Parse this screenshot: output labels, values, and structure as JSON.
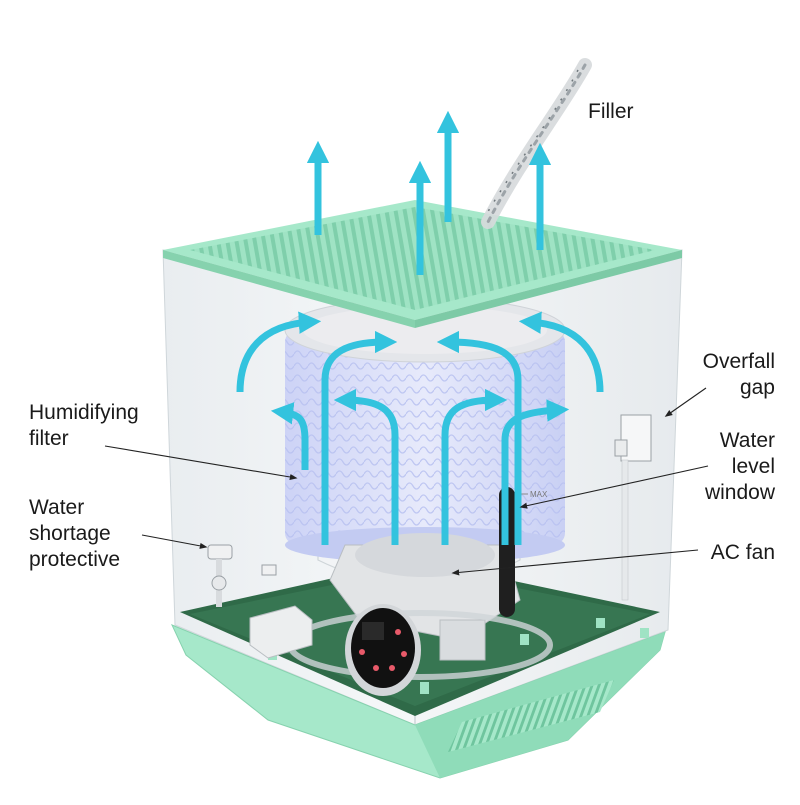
{
  "labels": {
    "filler": "Filler",
    "overfall_gap": [
      "Overfall",
      "gap"
    ],
    "humidifying_filter": [
      "Humidifying",
      "filter"
    ],
    "water_level_window": [
      "Water",
      "level",
      "window"
    ],
    "water_shortage_protective": [
      "Water",
      "shortage",
      "protective"
    ],
    "ac_fan": "AC fan",
    "max_mark": "MAX"
  },
  "colors": {
    "airflow_arrow": "#33c3de",
    "housing_mint": "#a6e8ca",
    "grille_mint": "#8fdcb9",
    "base_dark_green": "#2f6a48",
    "filter_blue": "#c7cff5",
    "enclosure_glass": "#eef1f3",
    "leader_line": "#222222"
  },
  "icons": {
    "control_panel": "control-panel-icon",
    "float_switch": "float-switch-icon"
  }
}
